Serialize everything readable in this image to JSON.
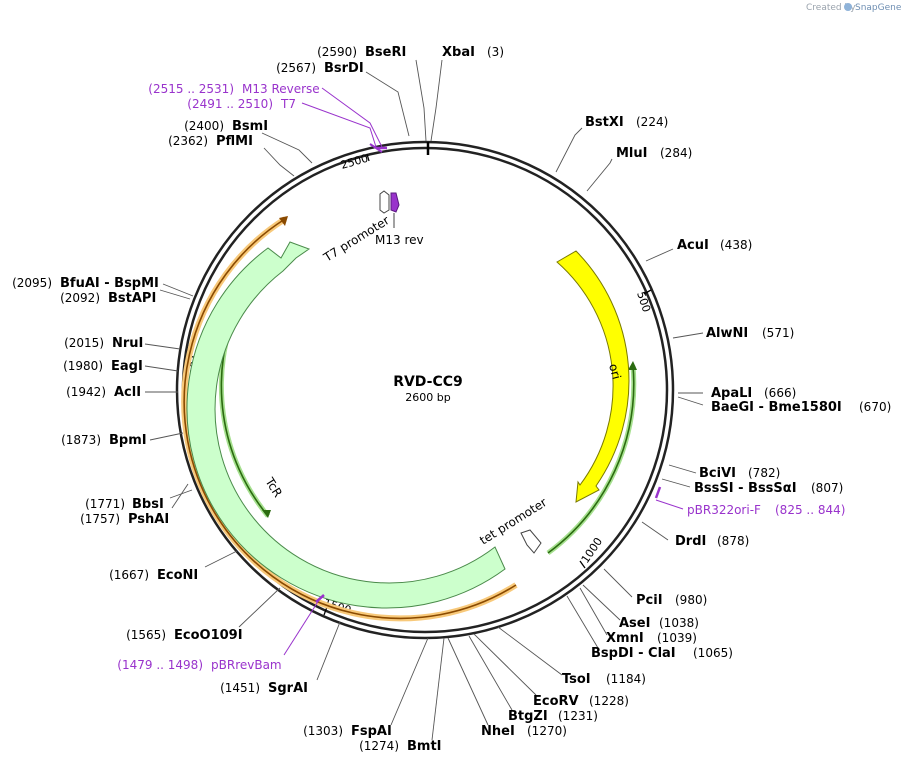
{
  "header": {
    "created_by": "Created by",
    "app_name": "SnapGene"
  },
  "plasmid": {
    "name": "RVD-CC9",
    "length_label": "2600 bp"
  },
  "ticks": [
    "500",
    "1000",
    "1500",
    "2000",
    "2500"
  ],
  "sites": [
    {
      "id": "xbai",
      "name": "XbaI",
      "pos": "(3)"
    },
    {
      "id": "bseri",
      "name": "BseRI",
      "pos": "(2590)"
    },
    {
      "id": "bsrdi",
      "name": "BsrDI",
      "pos": "(2567)"
    },
    {
      "id": "bsmi",
      "name": "BsmI",
      "pos": "(2400)"
    },
    {
      "id": "pflmi",
      "name": "PflMI",
      "pos": "(2362)"
    },
    {
      "id": "bstxi",
      "name": "BstXI",
      "pos": "(224)"
    },
    {
      "id": "mlui",
      "name": "MluI",
      "pos": "(284)"
    },
    {
      "id": "acui",
      "name": "AcuI",
      "pos": "(438)"
    },
    {
      "id": "alwni",
      "name": "AlwNI",
      "pos": "(571)"
    },
    {
      "id": "apali",
      "name": "ApaLI",
      "pos": "(666)"
    },
    {
      "id": "baegi",
      "name": "BaeGI  - Bme1580I",
      "pos": "(670)"
    },
    {
      "id": "bcivi",
      "name": "BciVI",
      "pos": "(782)"
    },
    {
      "id": "bsssi",
      "name": "BssSI  - BssSαI",
      "pos": "(807)"
    },
    {
      "id": "drdi",
      "name": "DrdI",
      "pos": "(878)"
    },
    {
      "id": "pcii",
      "name": "PciI",
      "pos": "(980)"
    },
    {
      "id": "asei",
      "name": "AseI",
      "pos": "(1038)"
    },
    {
      "id": "xmni",
      "name": "XmnI",
      "pos": "(1039)"
    },
    {
      "id": "bspdi",
      "name": "BspDI  - ClaI",
      "pos": "(1065)"
    },
    {
      "id": "tsoi",
      "name": "TsoI",
      "pos": "(1184)"
    },
    {
      "id": "ecorv",
      "name": "EcoRV",
      "pos": "(1228)"
    },
    {
      "id": "btgzi",
      "name": "BtgZI",
      "pos": "(1231)"
    },
    {
      "id": "nhei",
      "name": "NheI",
      "pos": "(1270)"
    },
    {
      "id": "bmti",
      "name": "BmtI",
      "pos": "(1274)"
    },
    {
      "id": "fspai",
      "name": "FspAI",
      "pos": "(1303)"
    },
    {
      "id": "sgrai",
      "name": "SgrAI",
      "pos": "(1451)"
    },
    {
      "id": "ecoo109i",
      "name": "EcoO109I",
      "pos": "(1565)"
    },
    {
      "id": "econi",
      "name": "EcoNI",
      "pos": "(1667)"
    },
    {
      "id": "bbsi",
      "name": "BbsI",
      "pos": "(1771)"
    },
    {
      "id": "pshai",
      "name": "PshAI",
      "pos": "(1757)"
    },
    {
      "id": "bpmi",
      "name": "BpmI",
      "pos": "(1873)"
    },
    {
      "id": "acli",
      "name": "AclI",
      "pos": "(1942)"
    },
    {
      "id": "eagi",
      "name": "EagI",
      "pos": "(1980)"
    },
    {
      "id": "nrui",
      "name": "NruI",
      "pos": "(2015)"
    },
    {
      "id": "bstapi",
      "name": "BstAPI",
      "pos": "(2092)"
    },
    {
      "id": "bfuai",
      "name": "BfuAI  - BspMI",
      "pos": "(2095)"
    }
  ],
  "primers": [
    {
      "id": "m13rev",
      "name": "M13 Reverse",
      "range": "(2515 .. 2531)"
    },
    {
      "id": "t7",
      "name": "T7",
      "range": "(2491 .. 2510)"
    },
    {
      "id": "pbr322ori",
      "name": "pBR322ori-F",
      "range": "(825 .. 844)"
    },
    {
      "id": "pbrrevbam",
      "name": "pBRrevBam",
      "range": "(1479 .. 1498)"
    }
  ],
  "features": [
    {
      "id": "ori",
      "label": "ori",
      "color": "#ffff00"
    },
    {
      "id": "tcr",
      "label": "TcR",
      "color": "#ccffcc"
    },
    {
      "id": "tet-promoter",
      "label": "tet promoter",
      "color": "#ffffff"
    },
    {
      "id": "t7-promoter",
      "label": "T7 promoter",
      "color": "#ffffff"
    },
    {
      "id": "m13-rev",
      "label": "M13 rev",
      "color": "#9933cc"
    }
  ],
  "colors": {
    "primer": "#9933cc",
    "orange_orf": "#f5a623",
    "green_orf": "#3a7d1a",
    "backbone": "#222222"
  }
}
